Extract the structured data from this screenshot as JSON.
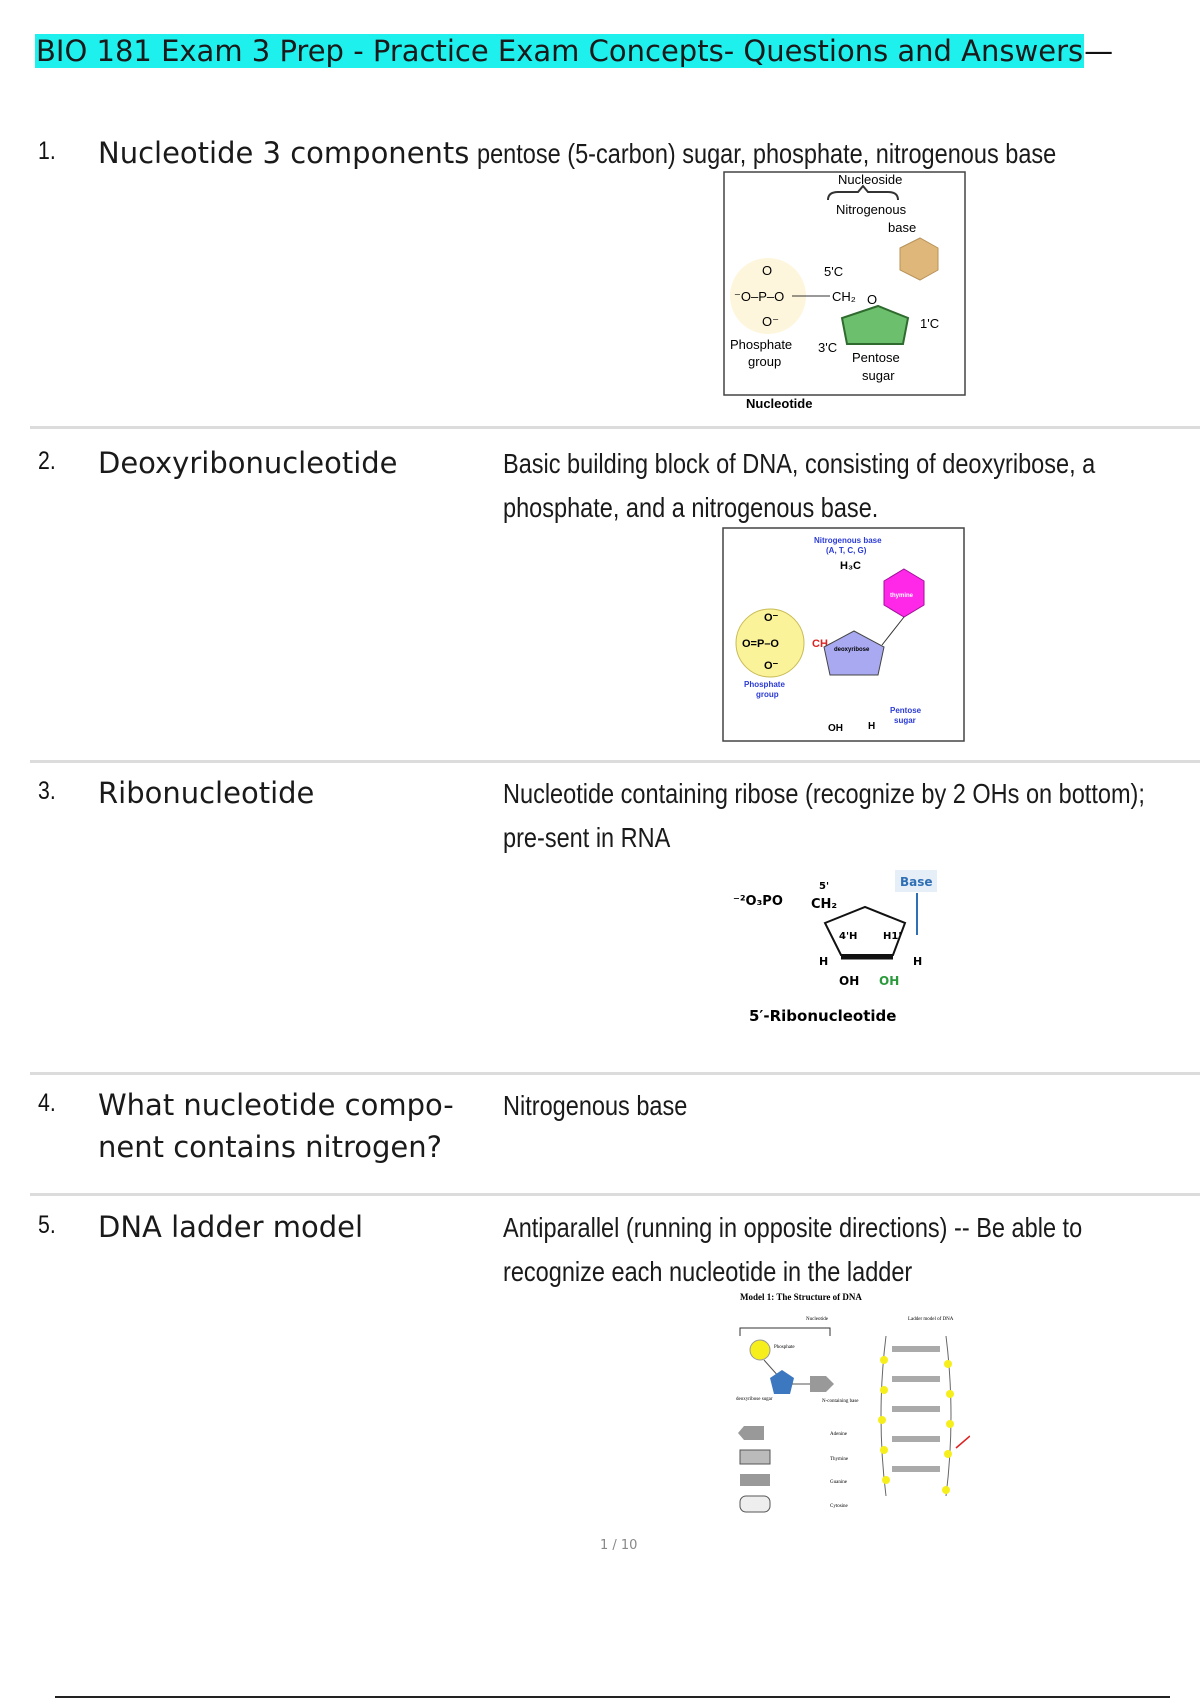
{
  "title": "BIO 181 Exam 3 Prep - Practice Exam Concepts- Questions and Answers",
  "title_suffix": "—",
  "items": [
    {
      "num": "1.",
      "question": "Nucleotide 3 components",
      "answer": "pentose (5-carbon) sugar, phosphate, nitrogenous base",
      "figure": {
        "labels": [
          "Nucleoside",
          "Nitrogenous base",
          "5'C",
          "CH₂",
          "O",
          "1'C",
          "3'C",
          "Phosphate group",
          "Pentose sugar",
          "Nucleotide"
        ]
      }
    },
    {
      "num": "2.",
      "question": "Deoxyribonucleotide",
      "answer": "Basic building block of DNA, consisting of deoxyribose, a phosphate, and a nitrogenous base.",
      "figure": {
        "labels": [
          "Nitrogenous base (A, T, C, G)",
          "H₃C",
          "thymine",
          "deoxyribose",
          "Phosphate group",
          "Pentose sugar",
          "OH",
          "H"
        ]
      }
    },
    {
      "num": "3.",
      "question": "Ribonucleotide",
      "answer": "Nucleotide containing ribose (recognize by 2 OHs on bottom); pre-sent in RNA",
      "figure": {
        "labels": [
          "⁻²O₃PO",
          "CH₂",
          "5'",
          "Base",
          "OH",
          "OH",
          "5′-Ribonucleotide"
        ]
      }
    },
    {
      "num": "4.",
      "question": "What nucleotide compo-nent contains nitrogen?",
      "answer": "Nitrogenous base"
    },
    {
      "num": "5.",
      "question": "DNA ladder model",
      "answer": "Antiparallel (running in opposite directions) -- Be able to recognize each nucleotide in the ladder",
      "figure": {
        "labels": [
          "Model 1: The Structure of DNA",
          "Nucleotide",
          "Ladder model of DNA",
          "Phosphate",
          "deoxyribose sugar",
          "N-containing base",
          "Adenine",
          "Thymine",
          "Guanine",
          "Cytosine"
        ]
      }
    }
  ],
  "page_number": "1 / 10",
  "colors": {
    "highlight": "#1ef0ee"
  }
}
